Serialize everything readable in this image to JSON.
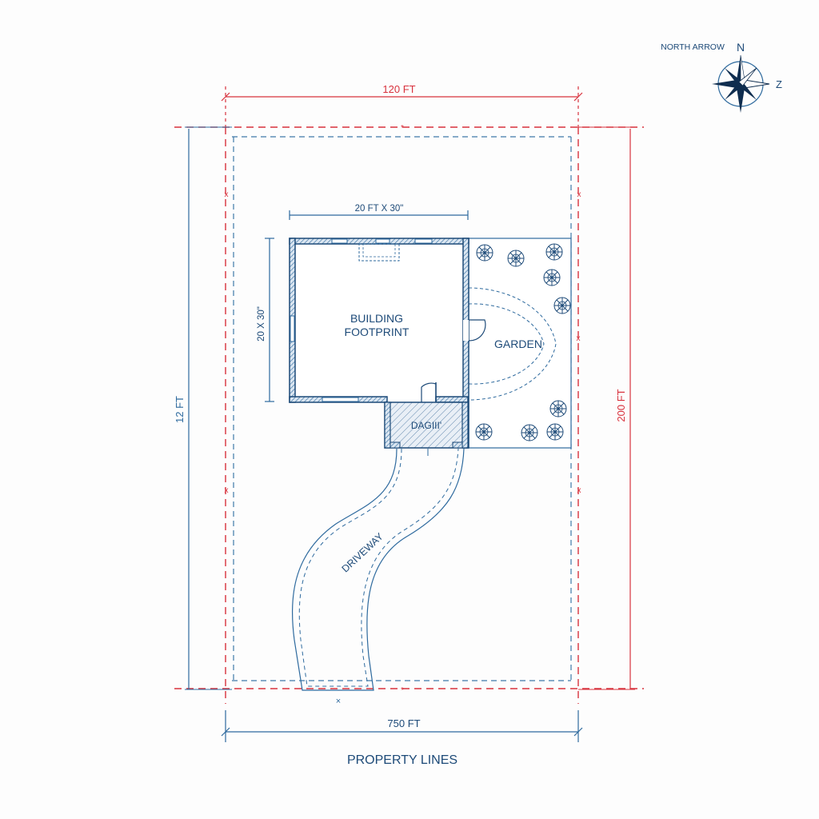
{
  "colors": {
    "blue": "#2e6a9e",
    "dark_blue": "#1d4a78",
    "red": "#d8323d",
    "background": "#fdfdfd"
  },
  "north_arrow": {
    "label": "NORTH ARROW",
    "n_letter": "N",
    "side_letter": "Z"
  },
  "dimensions": {
    "top": "120 FT",
    "bottom": "750 FT",
    "left": "12 FT",
    "right": "200 FT",
    "building_width": "20 FT X 30\"",
    "building_height": "20 X 30\""
  },
  "areas": {
    "building": [
      "BUILDING",
      "FOOTPRINT"
    ],
    "garage": "DAGIII'",
    "garden": "GARDEN",
    "driveway": "DRIVEWAY"
  },
  "caption": "PROPERTY LINES"
}
